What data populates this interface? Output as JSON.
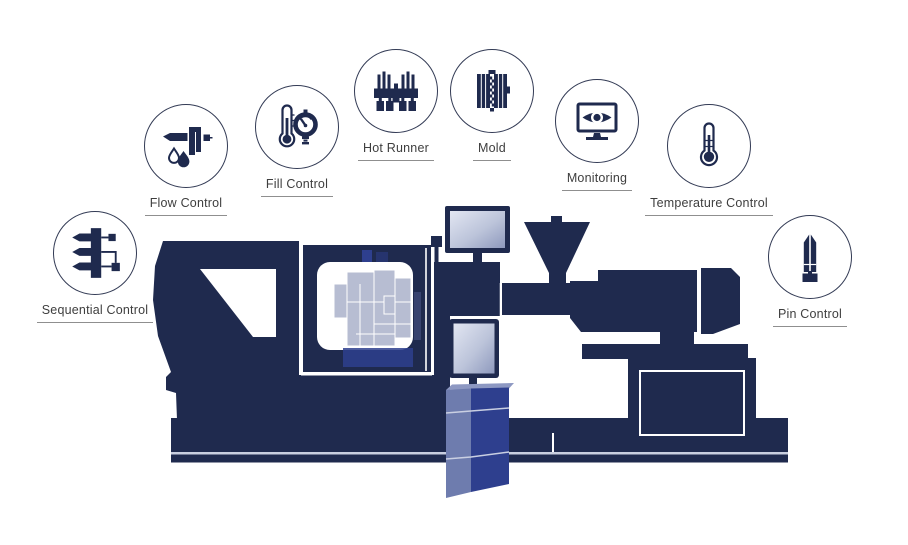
{
  "colors": {
    "navy": "#1f2a4e",
    "royal": "#2e3f8e",
    "pedestal_light": "#6e7cae",
    "pedestal_top": "#8d98c2",
    "mold_gray": "#b7bdd2",
    "label_text": "#3e3e3e",
    "underline": "#8f8f8f",
    "circle_stroke": "#333b55",
    "background": "#ffffff",
    "base_line": "#c9cfe0",
    "seam": "#c9cfe2"
  },
  "badges": [
    {
      "label": "Sequential Control",
      "icon": "sequential-control-icon"
    },
    {
      "label": "Flow Control",
      "icon": "flow-control-icon"
    },
    {
      "label": "Fill Control",
      "icon": "fill-control-icon"
    },
    {
      "label": "Hot Runner",
      "icon": "hot-runner-icon"
    },
    {
      "label": "Mold",
      "icon": "mold-icon"
    },
    {
      "label": "Monitoring",
      "icon": "monitoring-icon"
    },
    {
      "label": "Temperature Control",
      "icon": "temperature-control-icon"
    },
    {
      "label": "Pin Control",
      "icon": "pin-control-icon"
    }
  ]
}
